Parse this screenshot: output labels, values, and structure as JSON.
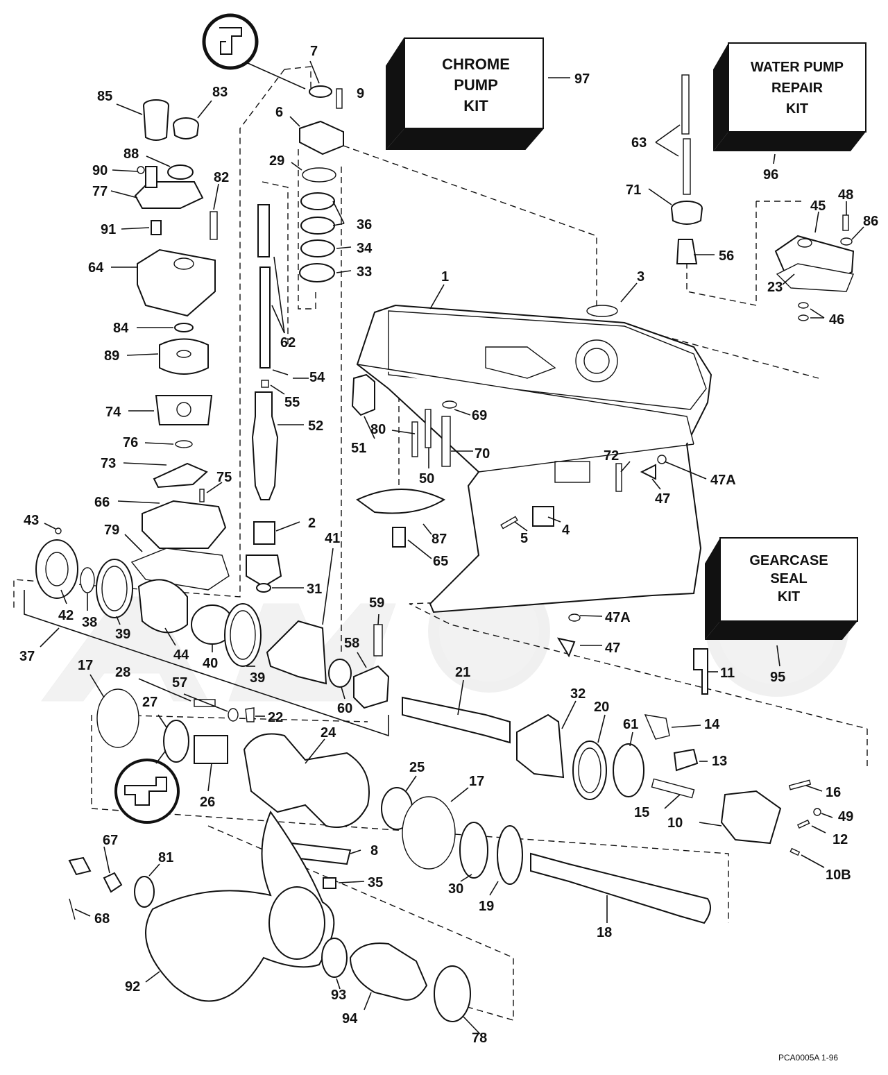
{
  "kits": {
    "chrome_pump": {
      "lines": [
        "CHROME",
        "PUMP",
        "KIT"
      ],
      "ref": "97"
    },
    "water_pump_repair": {
      "lines": [
        "WATER PUMP",
        "REPAIR",
        "KIT"
      ],
      "ref": "96"
    },
    "gearcase_seal": {
      "lines": [
        "GEARCASE",
        "SEAL",
        "KIT"
      ],
      "ref": "95"
    }
  },
  "callouts": {
    "c1": "1",
    "c2": "2",
    "c3": "3",
    "c4": "4",
    "c5": "5",
    "c6": "6",
    "c7": "7",
    "c8": "8",
    "c9": "9",
    "c10": "10",
    "c10b": "10B",
    "c11": "11",
    "c12": "12",
    "c13": "13",
    "c14": "14",
    "c15": "15",
    "c16": "16",
    "c17a": "17",
    "c17b": "17",
    "c18": "18",
    "c19": "19",
    "c20": "20",
    "c21": "21",
    "c22": "22",
    "c23": "23",
    "c24": "24",
    "c25": "25",
    "c26": "26",
    "c27": "27",
    "c28": "28",
    "c29": "29",
    "c30": "30",
    "c31": "31",
    "c32": "32",
    "c33": "33",
    "c34": "34",
    "c35": "35",
    "c36": "36",
    "c37": "37",
    "c38": "38",
    "c39a": "39",
    "c39b": "39",
    "c40": "40",
    "c41": "41",
    "c42": "42",
    "c43": "43",
    "c44": "44",
    "c45": "45",
    "c46": "46",
    "c47a": "47",
    "c47b": "47",
    "c47Aa": "47A",
    "c47Ab": "47A",
    "c48": "48",
    "c49": "49",
    "c50": "50",
    "c51": "51",
    "c52": "52",
    "c54": "54",
    "c55": "55",
    "c56": "56",
    "c57": "57",
    "c58": "58",
    "c59": "59",
    "c60": "60",
    "c61": "61",
    "c62": "62",
    "c63": "63",
    "c64": "64",
    "c65": "65",
    "c66": "66",
    "c67": "67",
    "c68": "68",
    "c69": "69",
    "c70": "70",
    "c71": "71",
    "c72": "72",
    "c73": "73",
    "c74": "74",
    "c75": "75",
    "c76": "76",
    "c77": "77",
    "c78": "78",
    "c79": "79",
    "c80": "80",
    "c81": "81",
    "c82": "82",
    "c83": "83",
    "c84": "84",
    "c85": "85",
    "c86": "86",
    "c87": "87",
    "c88": "88",
    "c89": "89",
    "c90": "90",
    "c91": "91",
    "c92": "92",
    "c93": "93",
    "c94": "94"
  },
  "footer": {
    "code": "PCA0005A  1-96"
  }
}
